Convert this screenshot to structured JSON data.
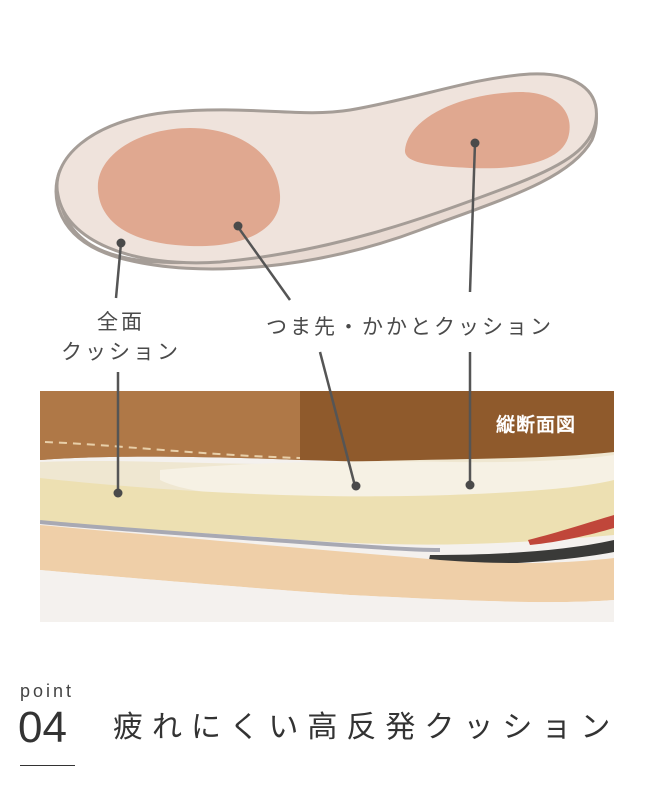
{
  "diagram": {
    "labels": {
      "full_cushion_line1": "全面",
      "full_cushion_line2": "クッション",
      "toe_heel_cushion": "つま先・かかとクッション",
      "cross_section_tag": "縦断面図"
    },
    "colors": {
      "insole_fill": "#efe3dc",
      "insole_outline": "#a59d97",
      "cushion_pad": "#e0a890",
      "pointer": "#555555",
      "photo_leather": "#8a5428",
      "photo_foam_top": "#f1ead6",
      "photo_foam": "#ecdcb0",
      "photo_base": "#efcfa8"
    }
  },
  "heading": {
    "point_label": "point",
    "point_number": "04",
    "title": "疲れにくい高反発クッション"
  }
}
